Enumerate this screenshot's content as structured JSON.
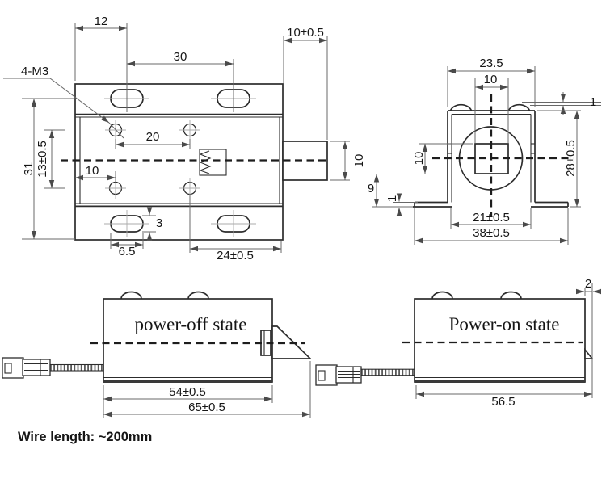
{
  "colors": {
    "main_line": "#2c2c2c",
    "dim_line": "#686868",
    "aux_line": "#ababab",
    "centerline": "#1d1d1d",
    "text": "#161616",
    "bottom_band": "#3a3a3a",
    "background": "#ffffff"
  },
  "front_view": {
    "callout_4m3": "4-M3",
    "dims": {
      "slot_offset_top": "12",
      "slot_spacing": "30",
      "stroke_travel": "10±0.5",
      "hole_spacing_h": "20",
      "height_overall": "31",
      "hole_spacing_v": "13±0.5",
      "hole_offset_left": "10",
      "bolt_height": "10",
      "slot_height": "3",
      "slot_length": "6.5",
      "edge_to_holes": "24±0.5"
    }
  },
  "side_view": {
    "dims": {
      "top_width": "23.5",
      "square_width": "10",
      "bump_height": "1",
      "square_height": "10",
      "base_height": "9",
      "flange_thickness": "1",
      "height_overall": "28±0.5",
      "inner_width": "21±0.5",
      "flange_span": "38±0.5"
    }
  },
  "power_off_view": {
    "state_label": "power-off state",
    "dims": {
      "body_length": "54±0.5",
      "overall_length": "65±0.5"
    }
  },
  "power_on_view": {
    "state_label": "Power-on state",
    "dims": {
      "tip_protrusion": "2",
      "length_to_tip": "56.5"
    }
  },
  "footer": {
    "wire_note": "Wire length: ~200mm"
  }
}
